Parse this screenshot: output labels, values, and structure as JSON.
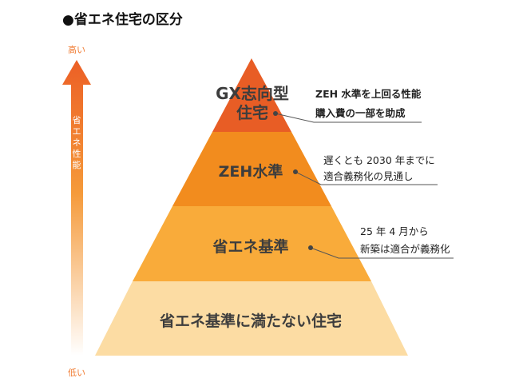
{
  "title": "●省エネ住宅の区分",
  "axis": {
    "high": "高い",
    "low": "低い",
    "label": [
      "省",
      "エ",
      "ネ",
      "性",
      "能"
    ]
  },
  "tiers": [
    {
      "lines": [
        "GX志向型",
        "住宅"
      ],
      "color": "#e85d25",
      "note": [
        "ZEH 水準を上回る性能",
        "購入費の一部を助成"
      ]
    },
    {
      "lines": [
        "ZEH水準"
      ],
      "color": "#f28c1e",
      "note": [
        "遅くとも 2030 年までに",
        "適合義務化の見通し"
      ]
    },
    {
      "lines": [
        "省エネ基準"
      ],
      "color": "#f9ab3a",
      "note": [
        "25 年 4 月から",
        "新築は適合が義務化"
      ]
    },
    {
      "lines": [
        "省エネ基準に満たない住宅"
      ],
      "color": "#fcdca3"
    }
  ]
}
